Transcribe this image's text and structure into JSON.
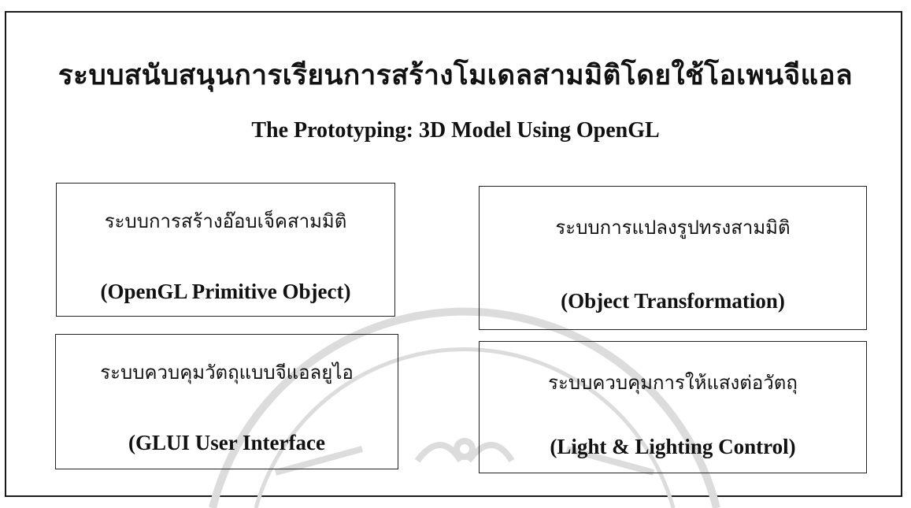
{
  "title_th": "ระบบสนับสนุนการเรียนการสร้างโมเดลสามมิติโดยใช้โอเพนจีแอล",
  "title_en": "The Prototyping: 3D Model Using OpenGL",
  "modules": [
    {
      "thai": "ระบบการสร้างอ๊อบเจ็คสามมิติ",
      "english": "(OpenGL Primitive Object)"
    },
    {
      "thai": "ระบบการแปลงรูปทรงสามมิติ",
      "english": "(Object Transformation)"
    },
    {
      "thai": "ระบบควบคุมวัตถุแบบจีแอลยูไอ",
      "english": "(GLUI User Interface"
    },
    {
      "thai": "ระบบควบคุมการให้แสงต่อวัตถุ",
      "english": "(Light & Lighting Control)"
    }
  ],
  "colors": {
    "ink": "#111111",
    "border": "#222222",
    "watermark": "#d9d9d9"
  }
}
